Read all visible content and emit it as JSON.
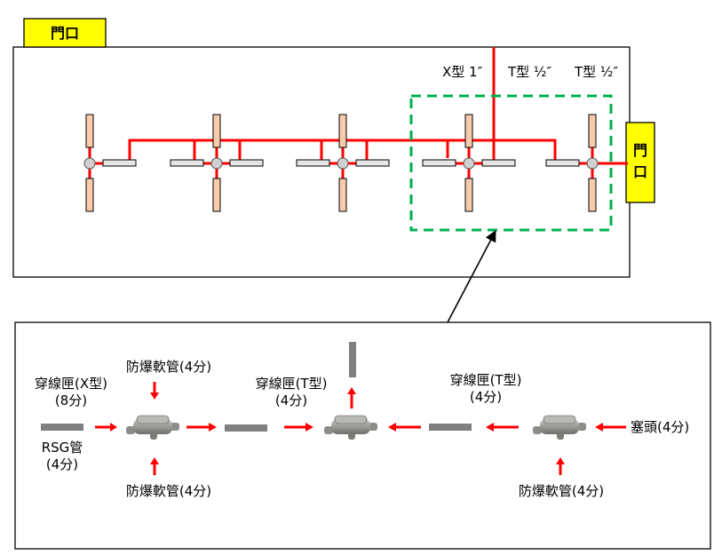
{
  "top_panel": {
    "door_top_label": "門口",
    "door_right_label_line1": "門",
    "door_right_label_line2": "口",
    "fitting_labels": [
      "X型 1″",
      "T型 ½″",
      "T型 ½″"
    ],
    "unit_count": 5,
    "colors": {
      "wire": "#ff0000",
      "door_fill": "#ffff00",
      "vertical_pad": "#f8cbad",
      "horizontal_pad": "#e6e6e6",
      "node": "#d0d0d0",
      "highlight_box": "#00b050"
    }
  },
  "detail_panel": {
    "left_fitting_label_line1": "穿線匣(X型)",
    "left_fitting_label_line2": "(8分)",
    "rsg_label_line1": "RSG管",
    "rsg_label_line2": "(4分)",
    "flex_top_left": "防爆軟管(4分)",
    "flex_bottom_left": "防爆軟管(4分)",
    "mid_fitting_label_line1": "穿線匣(T型)",
    "mid_fitting_label_line2": "(4分)",
    "right_fitting_label_line1": "穿線匣(T型)",
    "right_fitting_label_line2": "(4分)",
    "plug_label": "塞頭(4分)",
    "flex_bottom_right": "防爆軟管(4分)",
    "colors": {
      "arrow": "#ff0000",
      "pipe": "#808080",
      "fitting_body": "#9a9a96"
    }
  }
}
